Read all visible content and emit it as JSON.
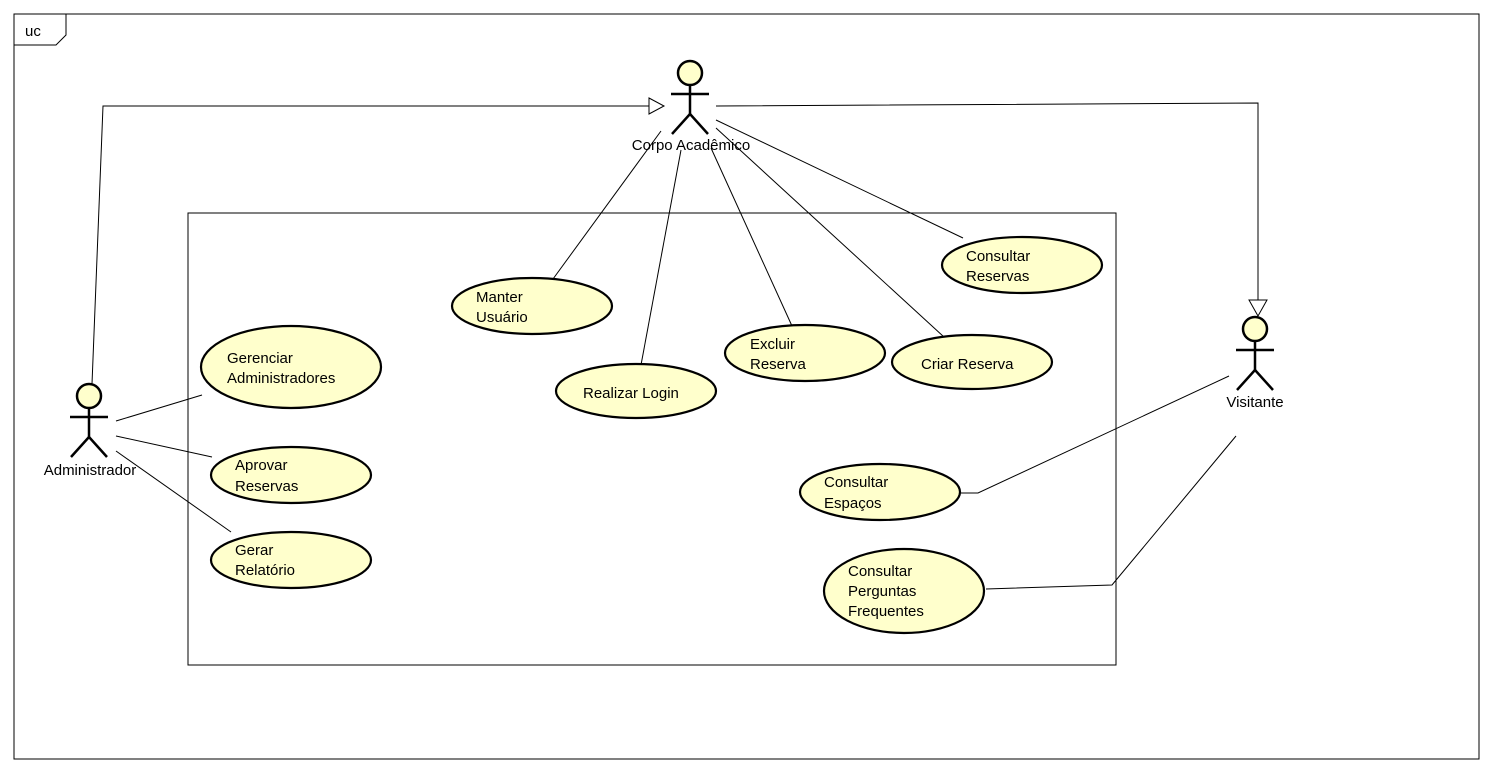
{
  "frame": {
    "label": "uc"
  },
  "actors": {
    "corpo": "Corpo Acadêmico",
    "admin": "Administrador",
    "visitante": "Visitante"
  },
  "use_cases": {
    "manter_usuario": [
      "Manter",
      "Usuário"
    ],
    "realizar_login": [
      "Realizar Login"
    ],
    "excluir_reserva": [
      "Excluir",
      "Reserva"
    ],
    "criar_reserva": [
      "Criar Reserva"
    ],
    "consultar_reservas": [
      "Consultar",
      "Reservas"
    ],
    "gerenciar_admins": [
      "Gerenciar",
      "Administradores"
    ],
    "aprovar_reservas": [
      "Aprovar",
      "Reservas"
    ],
    "gerar_relatorio": [
      "Gerar",
      "Relatório"
    ],
    "consultar_espacos": [
      "Consultar",
      "Espaços"
    ],
    "consultar_faq": [
      "Consultar",
      "Perguntas",
      "Frequentes"
    ]
  },
  "colors": {
    "use_case_fill": "#ffffcc",
    "line": "#000000"
  }
}
